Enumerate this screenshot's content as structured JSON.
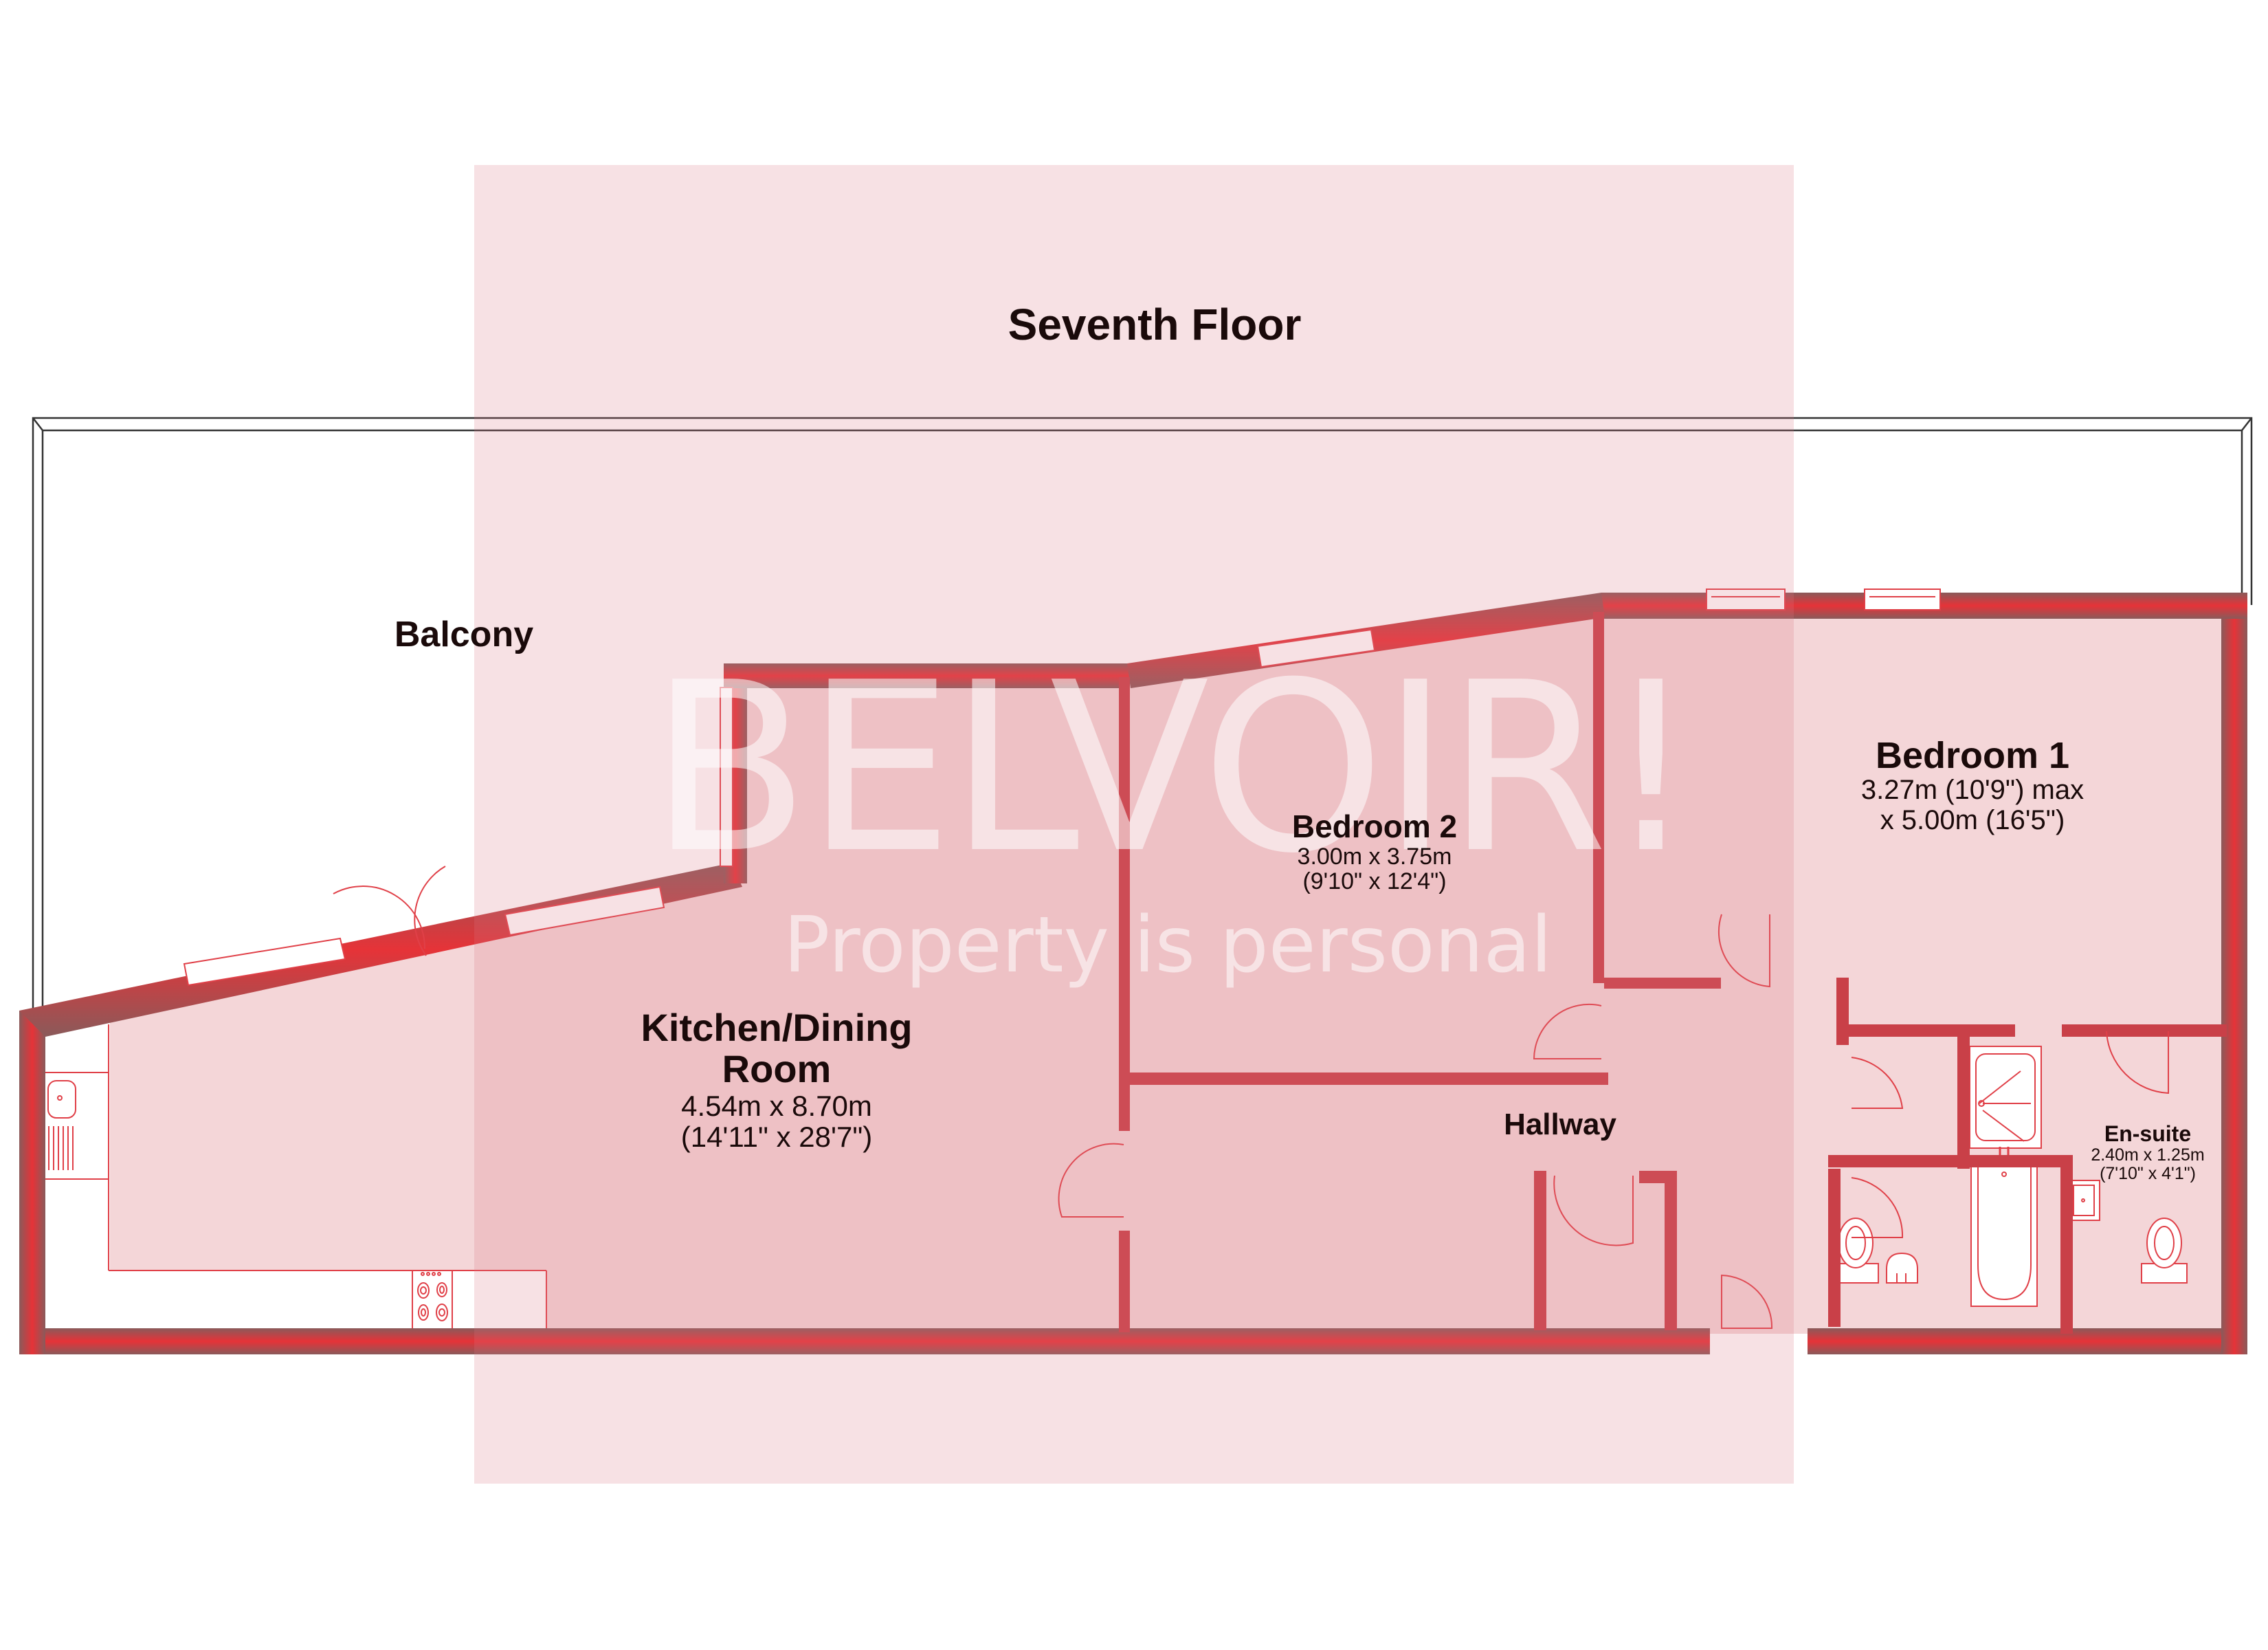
{
  "floor_title": "Seventh Floor",
  "watermark": {
    "brand": "BELVOIR!",
    "tagline": "Property is personal"
  },
  "colors": {
    "wall": "#e63338",
    "wall_shadow": "#8a5a5a",
    "room_fill": "#f4d6d8",
    "overlay": "#f3dfe1",
    "overlap_fill": "#ecbfc2",
    "fixture_line": "#e04048",
    "text": "#1a0a0a"
  },
  "rooms": [
    {
      "id": "balcony",
      "name": "Balcony",
      "dims_metric": "",
      "dims_imperial": ""
    },
    {
      "id": "kitchen",
      "name": "Kitchen/Dining Room",
      "name_line1": "Kitchen/Dining",
      "name_line2": "Room",
      "dims_metric": "4.54m x 8.70m",
      "dims_imperial": "(14'11\" x 28'7\")"
    },
    {
      "id": "bedroom2",
      "name": "Bedroom 2",
      "dims_metric": "3.00m x 3.75m",
      "dims_imperial": "(9'10\" x 12'4\")"
    },
    {
      "id": "bedroom1",
      "name": "Bedroom 1",
      "dims_metric": "3.27m (10'9\") max",
      "dims_imperial": "x 5.00m (16'5\")"
    },
    {
      "id": "hallway",
      "name": "Hallway",
      "dims_metric": "",
      "dims_imperial": ""
    },
    {
      "id": "ensuite",
      "name": "En-suite",
      "dims_metric": "2.40m x 1.25m",
      "dims_imperial": "(7'10\" x 4'1\")"
    }
  ]
}
